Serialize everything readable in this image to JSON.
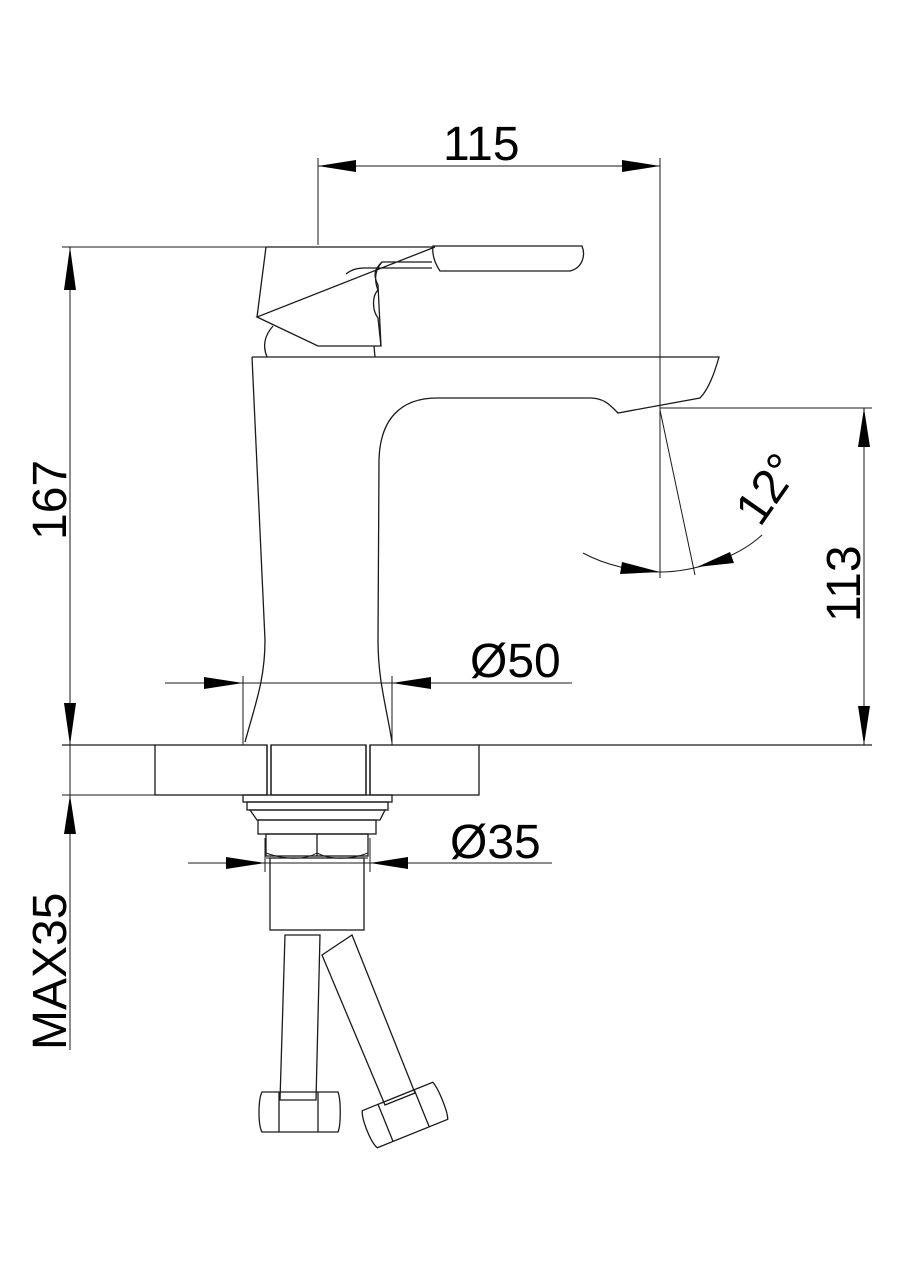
{
  "drawing": {
    "subject": "Single-lever basin mixer faucet, side elevation with installation dimensions",
    "line_color": "#1a1a1a",
    "background": "#ffffff"
  },
  "dimensions": {
    "spout_reach": {
      "label": "115",
      "unit": "mm",
      "orientation": "horizontal"
    },
    "total_height": {
      "label": "167",
      "unit": "mm",
      "orientation": "vertical"
    },
    "spout_height": {
      "label": "113",
      "unit": "mm",
      "orientation": "vertical"
    },
    "spout_angle": {
      "label": "12°",
      "unit": "deg"
    },
    "base_diameter": {
      "label": "Ø50",
      "unit": "mm"
    },
    "thread_diameter": {
      "label": "Ø35",
      "unit": "mm"
    },
    "max_counter_thickness": {
      "label": "MAX35",
      "unit": "mm",
      "orientation": "vertical"
    }
  },
  "components": [
    "lever-handle",
    "body",
    "spout",
    "countertop-section",
    "mounting-nut",
    "flexible-hoses",
    "hex-fittings"
  ]
}
